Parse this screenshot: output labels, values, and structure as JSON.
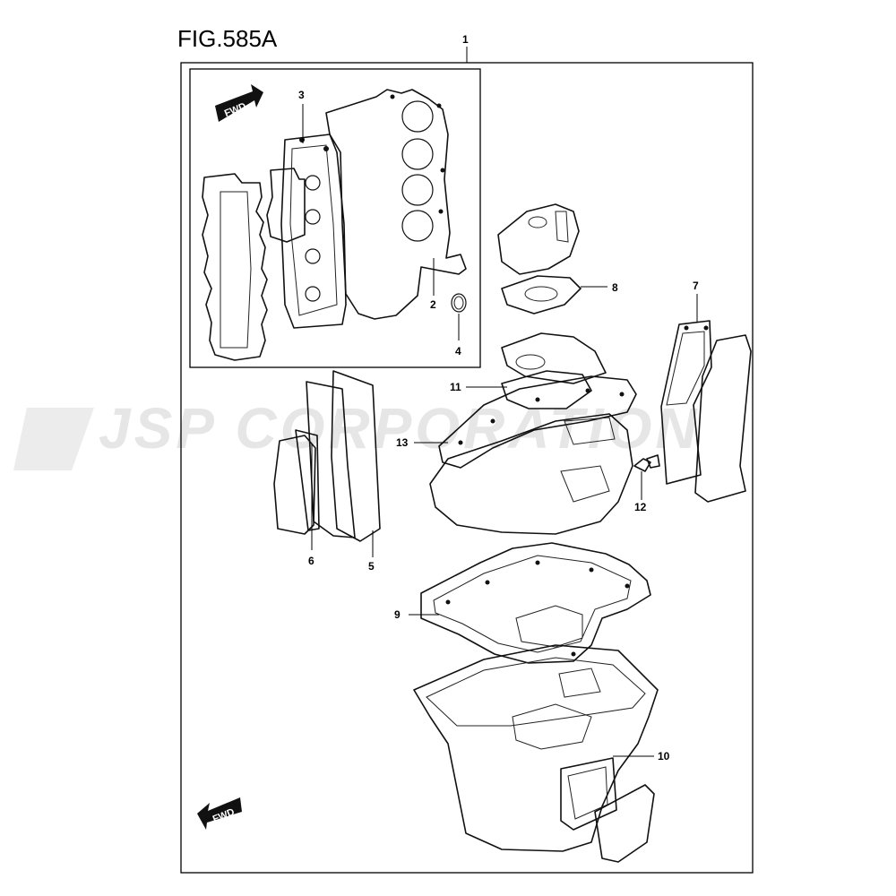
{
  "figure": {
    "title": "FIG.585A"
  },
  "watermark": {
    "text": "JSP CORPORATION"
  },
  "fwd_labels": {
    "top": "FWD",
    "bottom": "FWD"
  },
  "callouts": {
    "c1": "1",
    "c2": "2",
    "c3": "3",
    "c4": "4",
    "c5": "5",
    "c6": "6",
    "c7": "7",
    "c8": "8",
    "c9": "9",
    "c10": "10",
    "c11": "11",
    "c12": "12",
    "c13": "13"
  },
  "colors": {
    "line": "#111111",
    "watermark": "#e6e6e6",
    "background": "#ffffff"
  }
}
